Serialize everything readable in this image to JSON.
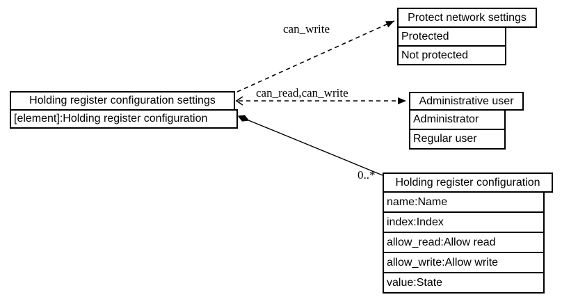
{
  "diagram": {
    "type": "uml-class-diagram",
    "background_color": "#ffffff",
    "line_color": "#000000",
    "nodes": {
      "settings": {
        "title": "Holding register configuration settings",
        "attributes": [
          "[element]:Holding register configuration"
        ]
      },
      "protect": {
        "title": "Protect network settings",
        "attributes": [
          "Protected",
          "Not protected"
        ]
      },
      "admin": {
        "title": "Administrative user",
        "attributes": [
          "Administrator",
          "Regular user"
        ]
      },
      "holding": {
        "title": "Holding register configuration",
        "attributes": [
          "name:Name",
          "index:Index",
          "allow_read:Allow read",
          "allow_write:Allow write",
          "value:State"
        ]
      }
    },
    "edges": [
      {
        "label": "can_write",
        "from": "settings",
        "to": "protect",
        "style": "dashed-filled-arrow"
      },
      {
        "label": "can_read,can_write",
        "from": "settings",
        "to": "admin",
        "style": "dashed-filled-arrow-open-tail"
      },
      {
        "label": "0..*",
        "from": "settings",
        "to": "holding",
        "style": "solid-composition-diamond"
      }
    ]
  }
}
